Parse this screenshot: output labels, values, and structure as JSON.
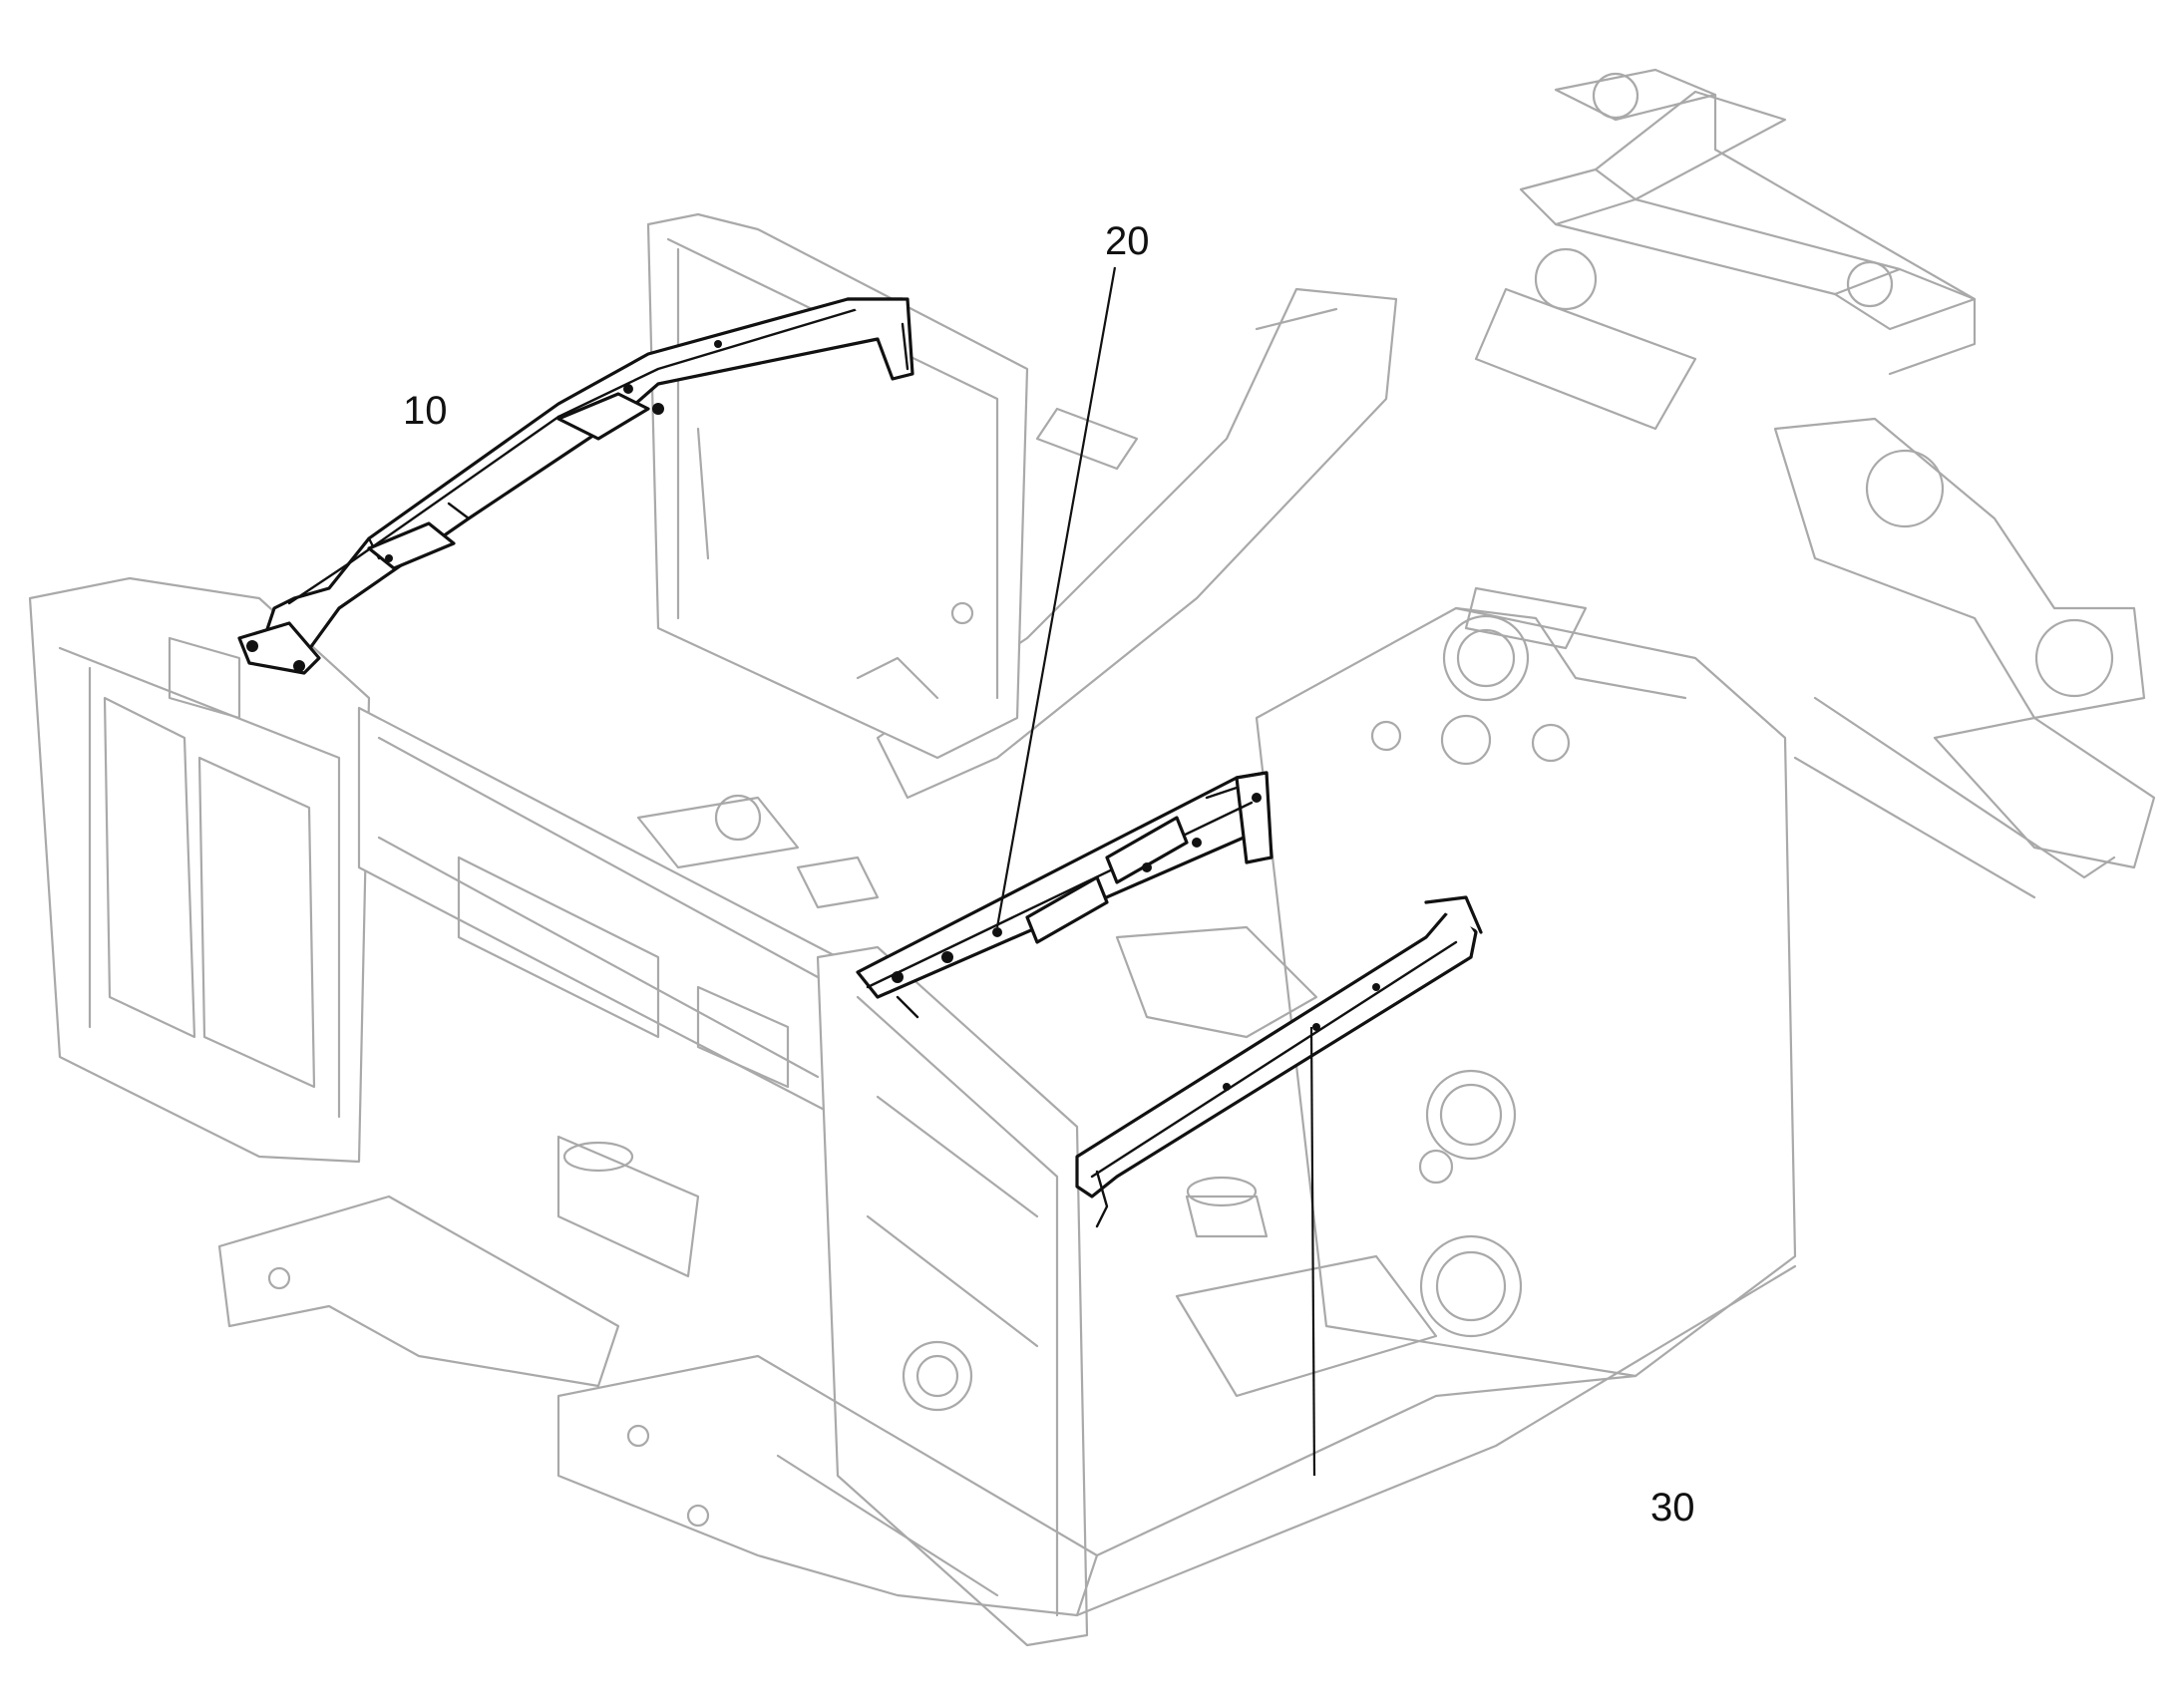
{
  "callouts": [
    {
      "id": "c10",
      "label": "10"
    },
    {
      "id": "c20",
      "label": "20"
    },
    {
      "id": "c30",
      "label": "30"
    }
  ],
  "colors": {
    "background": "#ffffff",
    "context_frame": "#a9a9a9",
    "highlighted_parts": "#111111"
  }
}
